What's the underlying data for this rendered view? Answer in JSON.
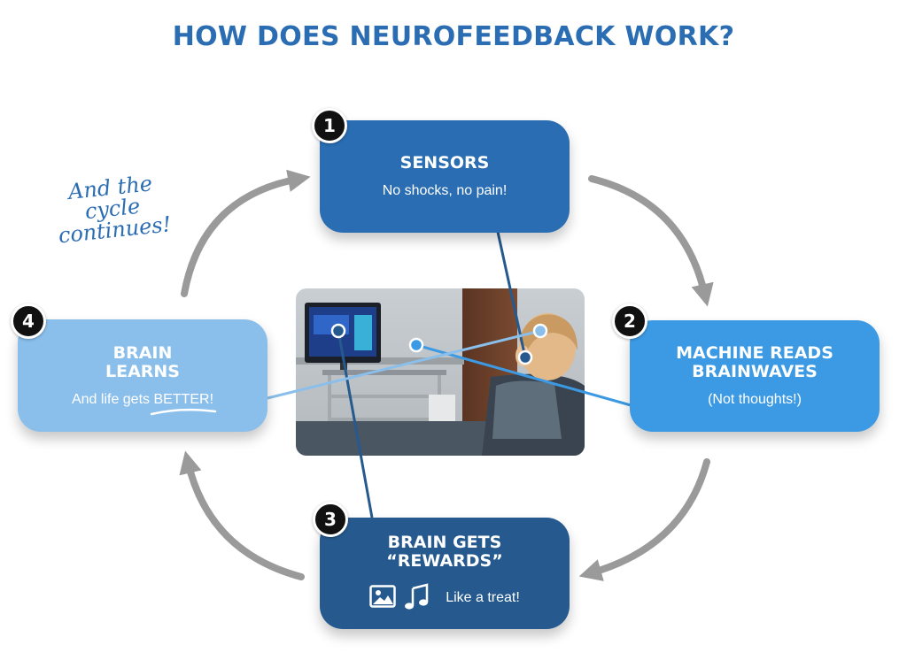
{
  "title": "HOW DOES NEUROFEEDBACK WORK?",
  "note": "And the\ncycle\ncontinues!",
  "steps": [
    {
      "number": "1",
      "heading": "SENSORS",
      "text": "No shocks, no pain!"
    },
    {
      "number": "2",
      "heading": "MACHINE READS\nBRAINWAVES",
      "text": "(Not thoughts!)"
    },
    {
      "number": "3",
      "heading": "BRAIN GETS\n“REWARDS”",
      "text": "Like a treat!",
      "icons": [
        "image-icon",
        "music-note-icon"
      ]
    },
    {
      "number": "4",
      "heading": "BRAIN\nLEARNS",
      "text_before": "And life gets ",
      "text_emphasis": "BETTER!"
    }
  ],
  "colors": {
    "title": "#2b6db3",
    "step1": "#2a6db3",
    "step2": "#3b9ae3",
    "step3": "#265a8e",
    "step4": "#8bbfeb",
    "arrow": "#9a9a9a",
    "badge": "#111111"
  }
}
